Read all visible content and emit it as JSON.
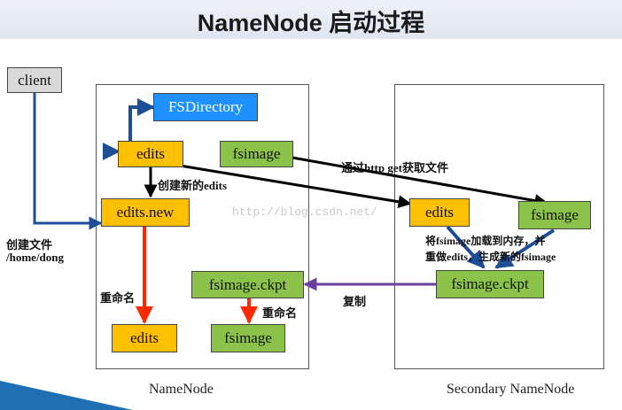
{
  "title": "NameNode 启动过程",
  "watermark": "http://blog.csdn.net/",
  "nodes": {
    "client": "client",
    "fsdirectory": "FSDirectory",
    "edits_nn": "edits",
    "fsimage_nn": "fsimage",
    "edits_new": "edits.new",
    "fsimage_ckpt_nn": "fsimage.ckpt",
    "edits_final": "edits",
    "fsimage_final": "fsimage",
    "edits_snn": "edits",
    "fsimage_snn": "fsimage",
    "fsimage_ckpt_snn": "fsimage.ckpt"
  },
  "labels": {
    "create_new_edits": "创建新的edits",
    "http_get": "通过http get获取文件",
    "create_file_line1": "创建文件",
    "create_file_line2": "/home/dong",
    "rename_left": "重命名",
    "rename_right": "重命名",
    "copy": "复制",
    "load_line1": "将fsimage加载到内存，并",
    "load_line2": "重做edits，生成新的fsimage"
  },
  "captions": {
    "namenode": "NameNode",
    "secondary": "Secondary NameNode"
  },
  "colors": {
    "orange": "#ffc000",
    "green": "#8bc34a",
    "blue": "#1e90ff",
    "red": "#ff2a00",
    "purple": "#6a3fa0",
    "navy": "#1f4e99",
    "black": "#000000"
  }
}
